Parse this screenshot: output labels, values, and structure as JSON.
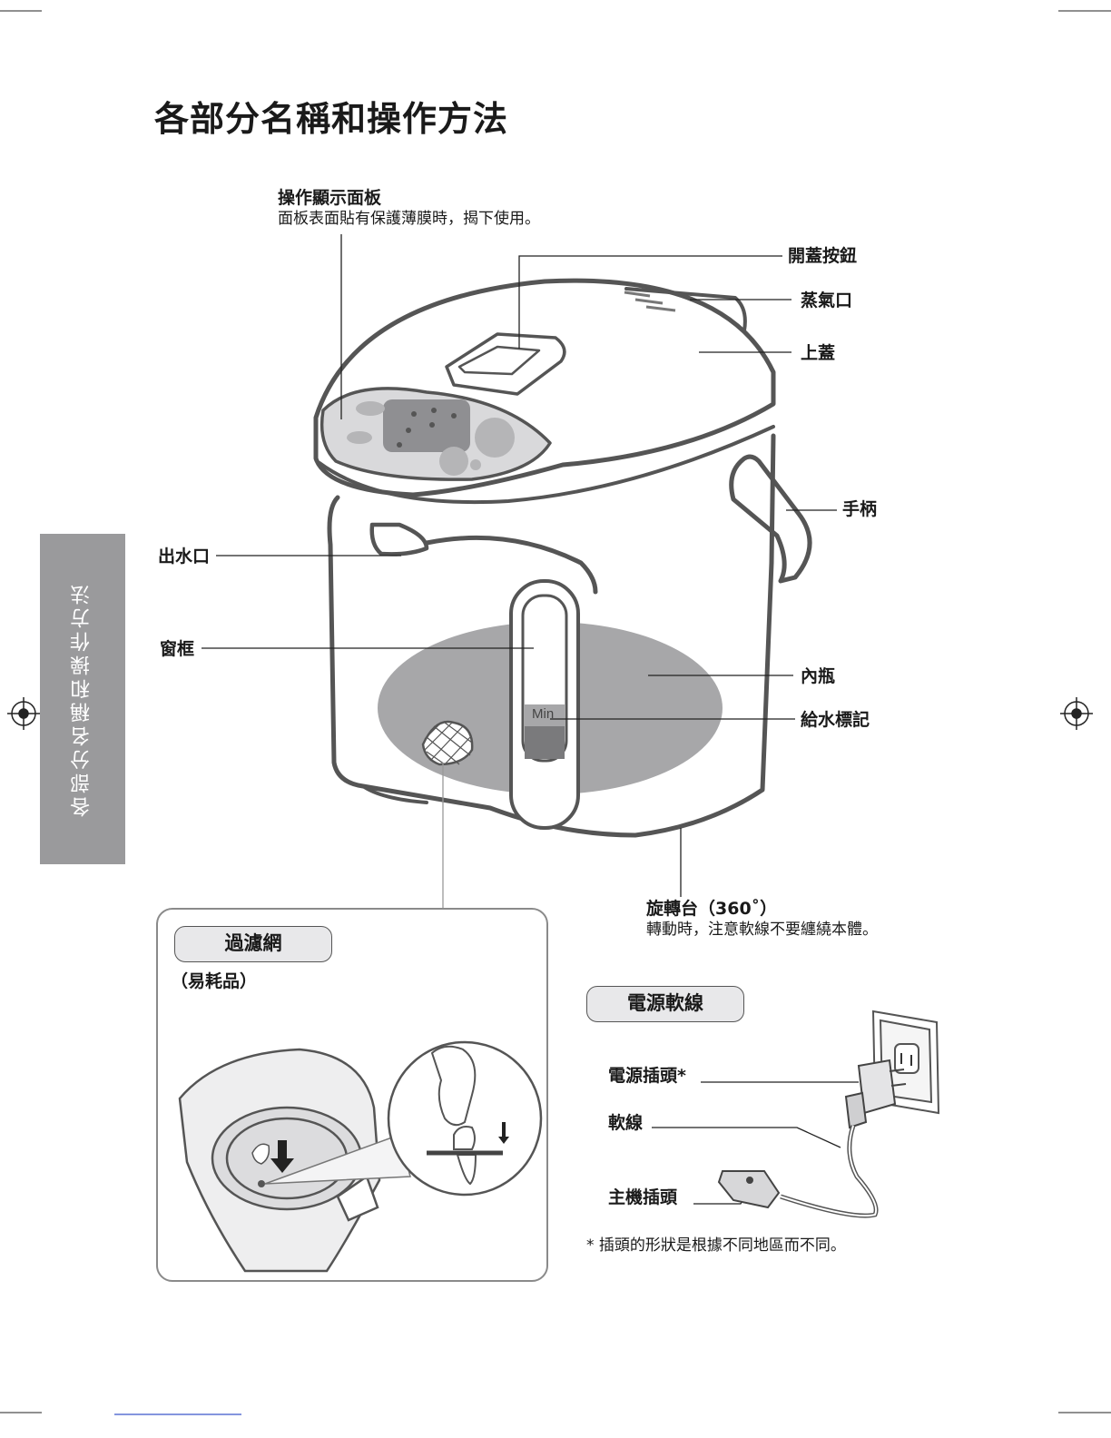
{
  "page_title": "各部分名稱和操作方法",
  "side_tab": "各部分名稱和操作方法",
  "labels": {
    "control_panel": "操作顯示面板",
    "control_panel_note": "面板表面貼有保護薄膜時，揭下使用。",
    "lid_button": "開蓋按鈕",
    "steam_vent": "蒸氣口",
    "top_lid": "上蓋",
    "handle": "手柄",
    "spout": "出水口",
    "window": "窗框",
    "inner_container": "內瓶",
    "water_mark": "給水標記",
    "min_mark": "Min",
    "swivel_base": "旋轉台（360˚）",
    "swivel_note": "轉動時，注意軟線不要纏繞本體。"
  },
  "filter_box": {
    "title": "過濾網",
    "subtitle": "（易耗品）"
  },
  "power_cord": {
    "title": "電源軟線",
    "plug": "電源插頭*",
    "cord": "軟線",
    "appliance_plug": "主機插頭",
    "footnote": "* 插頭的形狀是根據不同地區而不同。"
  },
  "colors": {
    "outline": "#555555",
    "water": "#a7a7a9",
    "panel_gray": "#c9c9cb",
    "side_tab": "#9a9a9c"
  }
}
